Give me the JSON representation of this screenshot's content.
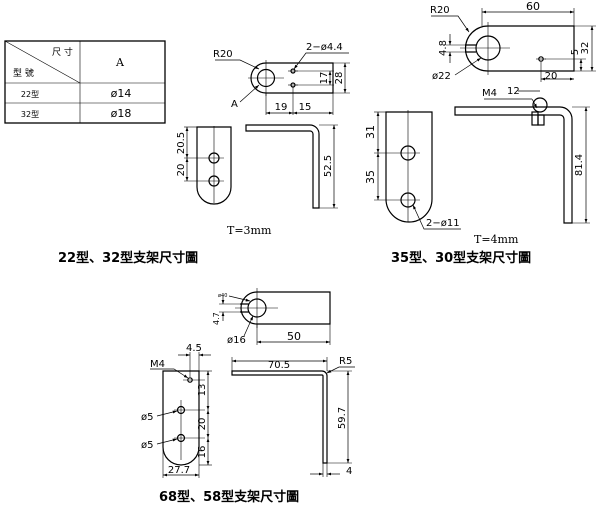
{
  "table": {
    "header_right": "尺 寸",
    "header_left": "型 號",
    "header_col": "A",
    "rows": [
      {
        "model": "22型",
        "a": "ø14"
      },
      {
        "model": "32型",
        "a": "ø18"
      }
    ]
  },
  "group1": {
    "caption": "22型、32型支架尺寸圖",
    "thickness": "T=3mm",
    "labels": {
      "r20": "R20",
      "holes": "2−ø4.4",
      "a": "A",
      "d17": "17",
      "d28": "28",
      "d19": "19",
      "d15": "15",
      "d20a": "20.5",
      "d20b": "20",
      "d525": "52.5"
    }
  },
  "group2": {
    "caption": "35型、30型支架尺寸圖",
    "thickness": "T=4mm",
    "labels": {
      "r20": "R20",
      "d60": "60",
      "d48": "4.8",
      "d32": "32",
      "d5": "5",
      "d22": "ø22",
      "d20": "20",
      "m4": "M4",
      "d12": "12",
      "d31": "31",
      "d35": "35",
      "holes": "2−ø11",
      "d814": "81.4"
    }
  },
  "group3": {
    "caption": "68型、58型支架尺寸圖",
    "labels": {
      "d40": "ø40",
      "d47": "4.7",
      "d16": "ø16",
      "d50": "50",
      "m4": "M4",
      "d45": "4.5",
      "d13": "13",
      "d5a": "ø5",
      "d20": "20",
      "d5b": "ø5",
      "d16b": "16",
      "d277": "27.7",
      "d705": "70.5",
      "r5": "R5",
      "d597": "59.7",
      "d4": "4"
    }
  }
}
